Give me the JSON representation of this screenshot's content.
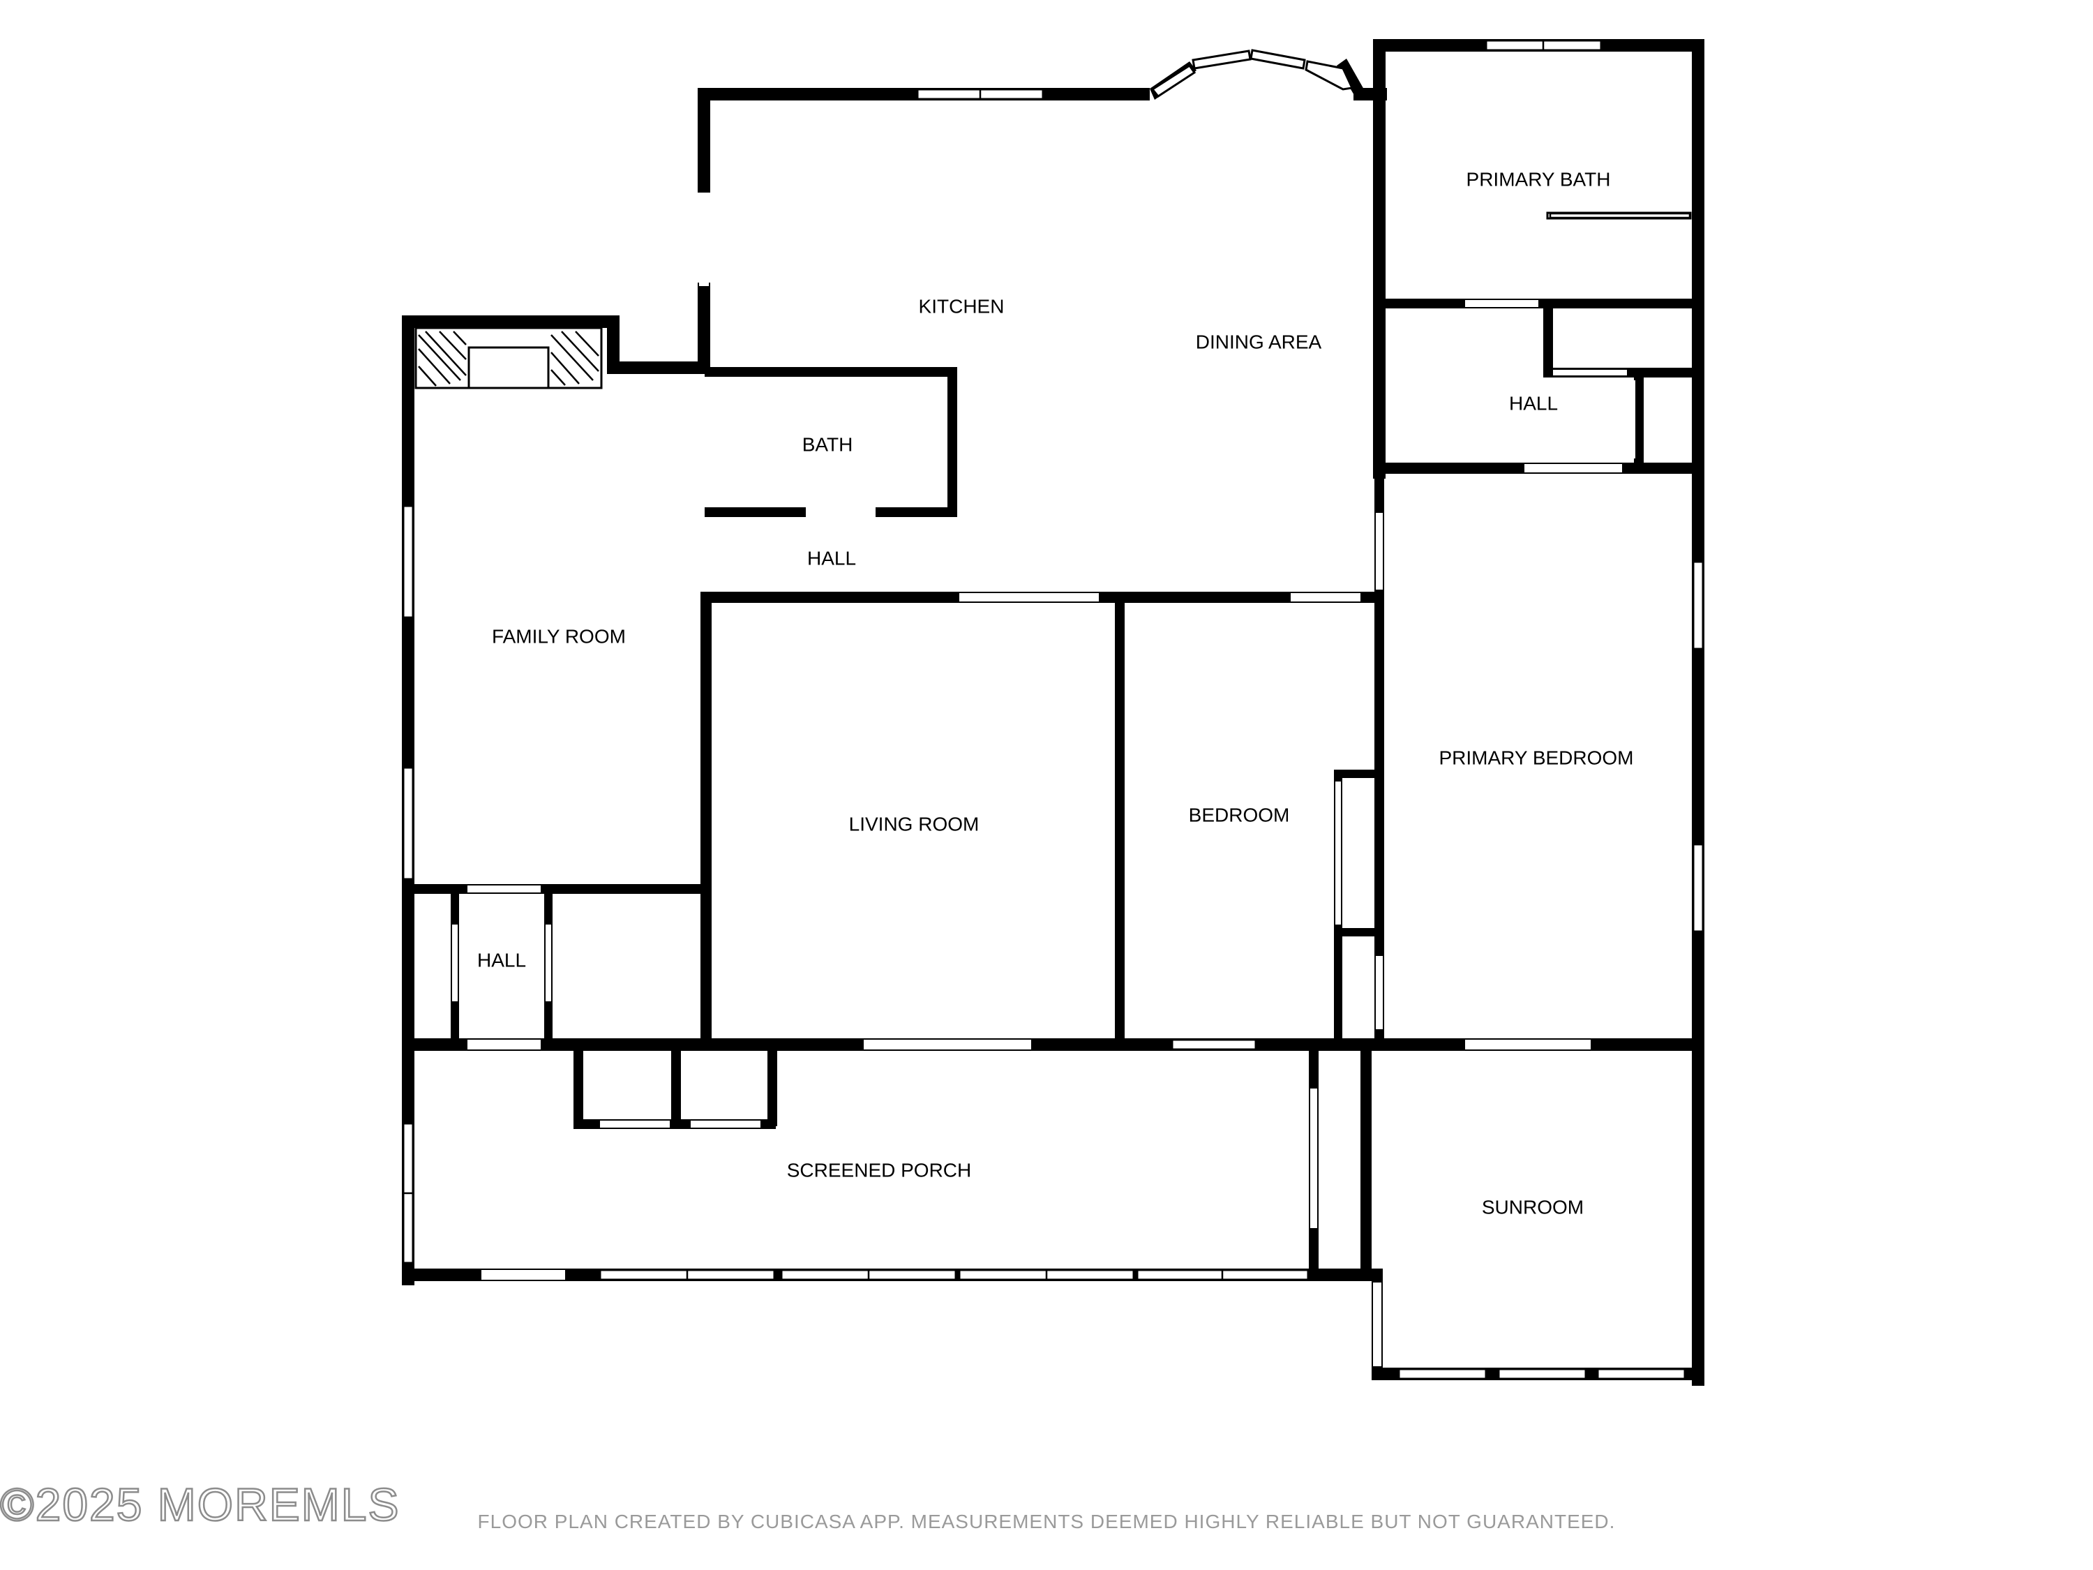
{
  "rooms": {
    "kitchen": "KITCHEN",
    "dining_area": "DINING AREA",
    "primary_bath": "PRIMARY BATH",
    "bath": "BATH",
    "hall_center": "HALL",
    "hall_upper_right": "HALL",
    "family_room": "FAMILY ROOM",
    "living_room": "LIVING ROOM",
    "bedroom": "BEDROOM",
    "primary_bedroom": "PRIMARY BEDROOM",
    "hall_lower_left": "HALL",
    "screened_porch": "SCREENED PORCH",
    "sunroom": "SUNROOM"
  },
  "footer": {
    "copyright": "©2025 MOREMLS",
    "disclaimer": "FLOOR PLAN CREATED BY CUBICASA APP. MEASUREMENTS DEEMED HIGHLY RELIABLE BUT NOT GUARANTEED."
  },
  "colors": {
    "wall": "#000000",
    "background": "#ffffff",
    "footer_text": "#9a9a9a",
    "watermark_outline": "#8c8c8c"
  }
}
